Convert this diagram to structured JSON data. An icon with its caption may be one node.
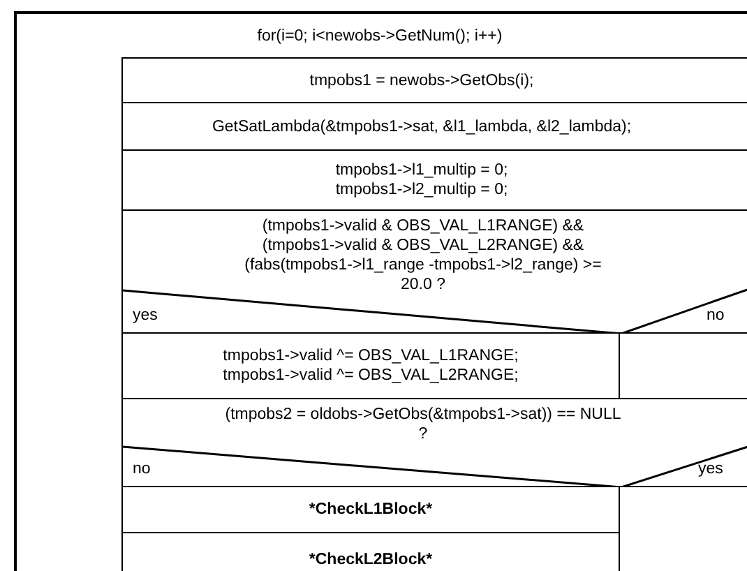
{
  "diagram": {
    "nodes": [
      {
        "text": [
          "for(i=0; i<newobs->GetNum(); i++)"
        ]
      },
      {
        "text": [
          "tmpobs1 = newobs->GetObs(i);"
        ],
        "in": 0
      },
      {
        "text": [
          "GetSatLambda(&tmpobs1->sat, &l1_lambda, &l2_lambda);"
        ],
        "in": 0
      },
      {
        "text": [
          "tmpobs1->l1_multip = 0; tmpobs1->l2_multip = 0;"
        ],
        "in": 0
      },
      {
        "text": [
          "(tmpobs1->valid & OBS_VAL_L1RANGE) && (tmpobs1->valid & OBS_VAL_L2RANGE) && (fabs(tmpobs1->l1_range -tmpobs1->l2_range) >= 20.0 ?",
          "yes",
          "no"
        ],
        "in": 0
      },
      {
        "text": [
          "tmpobs1->valid ^= OBS_VAL_L1RANGE; tmpobs1->valid ^= OBS_VAL_L2RANGE;"
        ],
        "in": 0
      },
      {
        "text": [],
        "shape": "box",
        "in": 0
      },
      {
        "text": [
          "(tmpobs2 = oldobs->GetObs(&tmpobs1->sat)) == NULL ?",
          "no",
          "yes"
        ],
        "in": 0
      },
      {
        "text": [
          "*CheckL1Block*"
        ],
        "in": 0
      },
      {
        "text": [
          "*CheckL2Block*"
        ],
        "in": 0
      },
      {
        "text": [],
        "shape": "box",
        "in": 0
      }
    ]
  }
}
